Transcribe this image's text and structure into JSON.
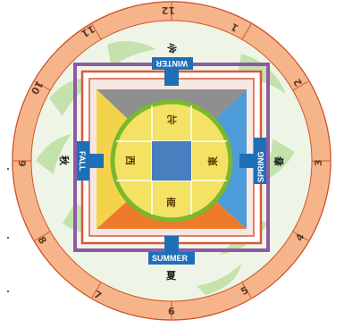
{
  "ring": {
    "months": [
      "12",
      "1",
      "2",
      "3",
      "4",
      "5",
      "6",
      "7",
      "8",
      "9",
      "10",
      "11"
    ]
  },
  "seasons": {
    "winter": {
      "label": "WINTER",
      "glyph": "冬"
    },
    "spring": {
      "label": "SPRING",
      "glyph": "春"
    },
    "summer": {
      "label": "SUMMER",
      "glyph": "夏"
    },
    "fall": {
      "label": "FALL",
      "glyph": "秋"
    }
  },
  "directions": {
    "north": "北",
    "east": "東",
    "south": "南",
    "west": "西"
  },
  "colors": {
    "ring_band": "#f6b48a",
    "ring_outline": "#d2552a",
    "season_tab": "#1f6fb8",
    "outer_square_purple": "#8d5aa6",
    "inner_square_red": "#d9583a",
    "center_blue": "#4a7fbf",
    "circle_green": "#7ab82e",
    "yellow": "#f3e264",
    "north_gray": "#8f8f8f",
    "east_blue": "#4d9bd8",
    "south_orange": "#ee7a2c",
    "west_yellow": "#f3d34a"
  }
}
